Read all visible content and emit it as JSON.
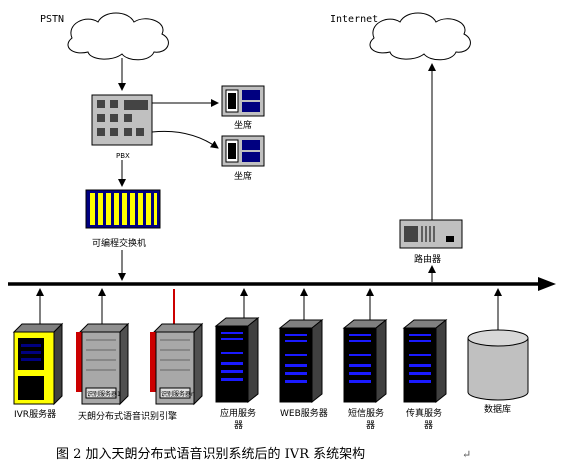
{
  "clouds": {
    "pstn": "PSTN",
    "internet": "Internet"
  },
  "pbx": {
    "label": "PBX"
  },
  "seats": [
    {
      "label": "坐席"
    },
    {
      "label": "坐席"
    }
  ],
  "switch": {
    "label": "可编程交换机"
  },
  "router": {
    "label": "路由器"
  },
  "servers": [
    {
      "label_lines": [
        "IVR服务器"
      ],
      "inner": ""
    },
    {
      "label_lines": [
        "天朗分布式语音识别引擎"
      ],
      "inner": "识别服务器1"
    },
    {
      "label_lines": [],
      "inner": "识别服务器n"
    },
    {
      "label_lines": [
        "应用服务",
        "器"
      ],
      "inner": ""
    },
    {
      "label_lines": [
        "WEB服务器"
      ],
      "inner": ""
    },
    {
      "label_lines": [
        "短信服务",
        "器"
      ],
      "inner": ""
    },
    {
      "label_lines": [
        "传真服务",
        "器"
      ],
      "inner": ""
    },
    {
      "label_lines": [
        "数据库"
      ],
      "inner": ""
    }
  ],
  "caption": "图 2 加入天朗分布式语音识别系统后的 IVR 系统架构",
  "colors": {
    "ivr_yellow": "#ffff00",
    "switch_blue": "#000080",
    "red_accent": "#cc0000",
    "screen_blue": "#1a1aff",
    "bus_line": "#000000"
  }
}
